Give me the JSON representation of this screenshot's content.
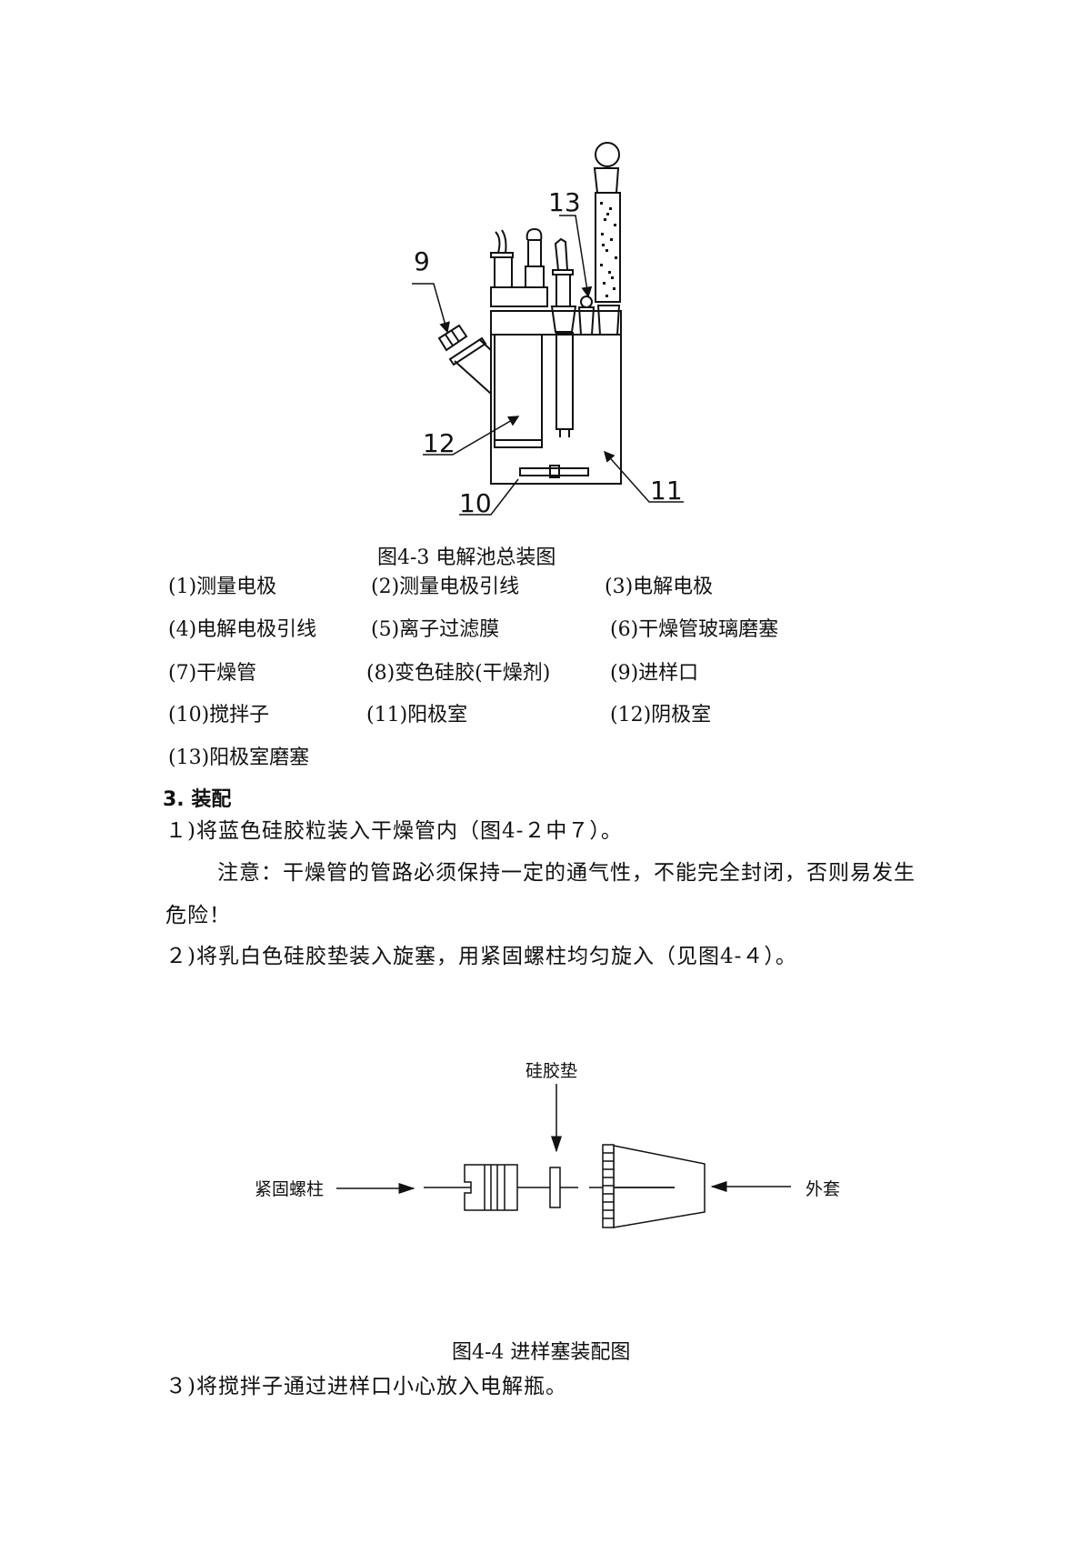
{
  "figure1": {
    "callouts": [
      "9",
      "13",
      "12",
      "11",
      "10"
    ],
    "caption": "图4-3 电解池总装图"
  },
  "parts": [
    "(1)测量电极",
    "(2)测量电极引线",
    "(3)电解电极",
    "(4)电解电极引线",
    "(5)离子过滤膜",
    "(6)干燥管玻璃磨塞",
    "(7)干燥管",
    "(8)变色硅胶(干燥剂)",
    "(9)进样口",
    "(10)搅拌子",
    "(11)阳极室",
    "(12)阴极室",
    "(13)阳极室磨塞"
  ],
  "section": {
    "heading": "3. 装配",
    "step1": "１)将蓝色硅胶粒装入干燥管内（图4-２中７）。",
    "note_line1": "注意：干燥管的管路必须保持一定的通气性，不能完全封闭，否则易发生",
    "note_line2": "危险！",
    "step2": "２)将乳白色硅胶垫装入旋塞，用紧固螺柱均匀旋入（见图4-４）。",
    "step3": "３)将搅拌子通过进样口小心放入电解瓶。"
  },
  "figure2": {
    "label_gasket": "硅胶垫",
    "label_screw": "紧固螺柱",
    "label_sleeve": "外套",
    "caption": "图4-4 进样塞装配图"
  }
}
